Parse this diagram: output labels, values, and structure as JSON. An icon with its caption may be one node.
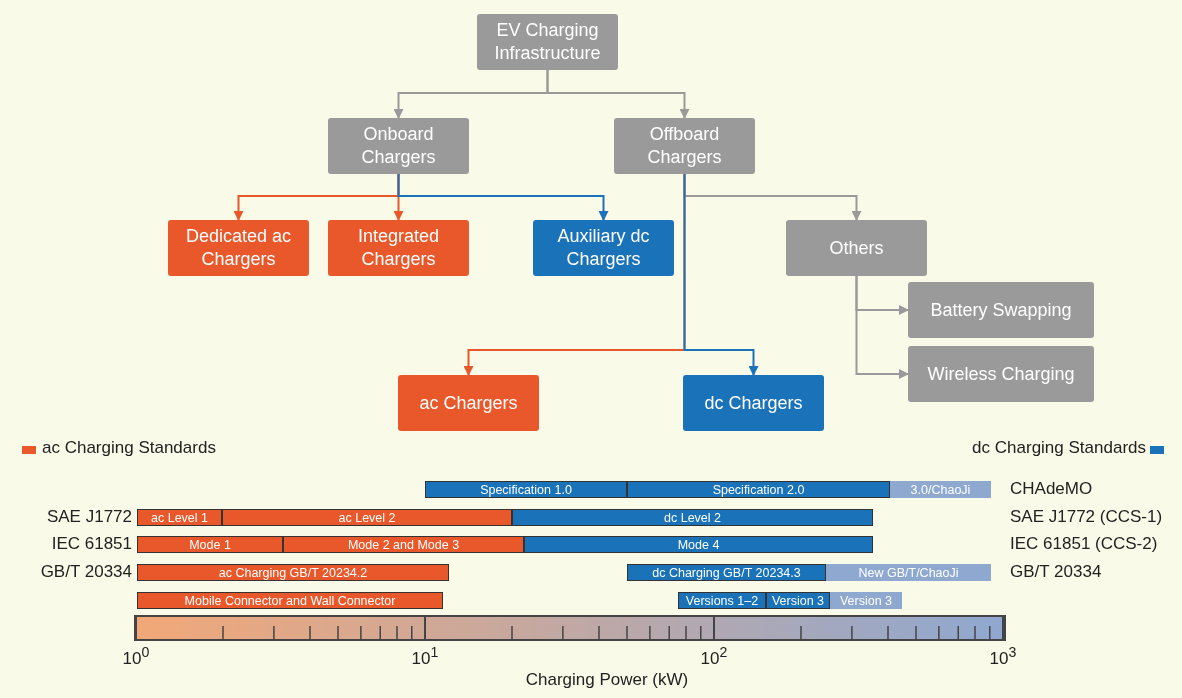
{
  "diagram": {
    "nodes": [
      {
        "text": [
          "EV Charging Infrastructure"
        ]
      },
      {
        "text": [
          "Onboard Chargers"
        ]
      },
      {
        "text": [
          "Offboard Chargers"
        ]
      },
      {
        "text": [
          "Dedicated ac Chargers"
        ]
      },
      {
        "text": [
          "Integrated Chargers"
        ]
      },
      {
        "text": [
          "Auxiliary dc Chargers"
        ]
      },
      {
        "text": [
          "Others"
        ]
      },
      {
        "text": [
          "Battery Swapping"
        ]
      },
      {
        "text": [
          "Wireless Charging"
        ]
      },
      {
        "text": [
          "ac Chargers"
        ]
      },
      {
        "text": [
          "dc Chargers"
        ]
      },
      {
        "text": [
          "Specification 1.0"
        ]
      },
      {
        "text": [
          "Specification 2.0"
        ]
      },
      {
        "text": [
          "3.0/ChaoJi"
        ]
      },
      {
        "text": [
          "ac Level 1"
        ]
      },
      {
        "text": [
          "ac Level 2"
        ]
      },
      {
        "text": [
          "dc Level 2"
        ]
      },
      {
        "text": [
          "Mode 1"
        ]
      },
      {
        "text": [
          "Mode 2 and Mode 3"
        ]
      },
      {
        "text": [
          "Mode 4"
        ]
      },
      {
        "text": [
          "ac Charging GB/T 20234.2"
        ]
      },
      {
        "text": [
          "dc Charging GB/T 20234.3"
        ]
      },
      {
        "text": [
          "New GB/T/ChaoJi"
        ]
      },
      {
        "text": [
          "Mobile Connector and Wall Connector"
        ]
      },
      {
        "text": [
          "Versions 1–2"
        ]
      },
      {
        "text": [
          "Version 3"
        ]
      },
      {
        "text": [
          "Version 3"
        ]
      }
    ],
    "edges": [
      {
        "from": 0,
        "to": 1,
        "arrow": "to"
      },
      {
        "from": 0,
        "to": 2,
        "arrow": "to"
      },
      {
        "from": 1,
        "to": 3,
        "arrow": "to",
        "color": "#e8582a"
      },
      {
        "from": 1,
        "to": 4,
        "arrow": "to",
        "color": "#e8582a"
      },
      {
        "from": 1,
        "to": 5,
        "arrow": "to",
        "color": "#1a72b8"
      },
      {
        "from": 2,
        "to": 6,
        "arrow": "to"
      },
      {
        "from": 2,
        "to": 9,
        "arrow": "to",
        "color": "#e8582a"
      },
      {
        "from": 2,
        "to": 10,
        "arrow": "to",
        "color": "#1a72b8"
      },
      {
        "from": 6,
        "to": 7,
        "arrow": "to"
      },
      {
        "from": 6,
        "to": 8,
        "arrow": "to"
      }
    ],
    "labels": [
      "CHAdeMO",
      "SAE J1772",
      "SAE J1772 (CCS-1)",
      "IEC 61851",
      "IEC 61851 (CCS-2)",
      "GB/T 20334",
      "GB/T 20334",
      "10$^{0}$",
      "10$^{1}$",
      "10$^{2}$",
      "10$^{3}$",
      "Charging Power (kW)"
    ],
    "legend": [
      {
        "text": "ac Charging Standards",
        "color": "#e8582a"
      },
      {
        "text": "dc Charging Standards",
        "color": "#1a72b8"
      }
    ]
  }
}
